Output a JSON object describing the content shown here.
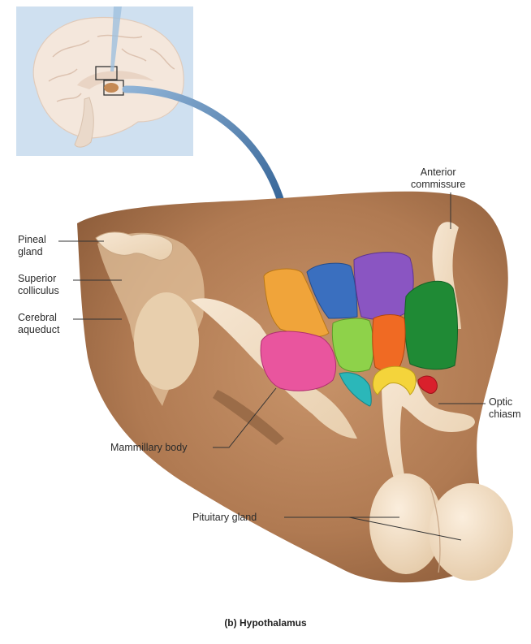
{
  "labels": {
    "pineal_gland": [
      "Pineal",
      "gland"
    ],
    "superior_colliculus": [
      "Superior",
      "colliculus"
    ],
    "cerebral_aqueduct": [
      "Cerebral",
      "aqueduct"
    ],
    "anterior_commissure": [
      "Anterior",
      "commissure"
    ],
    "optic_chiasm": [
      "Optic",
      "chiasm"
    ],
    "mammillary_body": "Mammillary body",
    "pituitary_gland": "Pituitary gland"
  },
  "caption": {
    "panel": "(b)",
    "title": "Hypothalamus"
  },
  "colors": {
    "inset_bg": "#cfe0f0",
    "tissue": "#c79a6e",
    "tissue_light": "#f0dcc4",
    "arrow": "#3f78ad",
    "nucleus_orange": "#f0a43a",
    "nucleus_blue": "#3a6fbf",
    "nucleus_purple": "#8a55c2",
    "nucleus_green_light": "#8ed24a",
    "nucleus_red_orange": "#f06a23",
    "nucleus_dark_green": "#1f8a35",
    "nucleus_pink": "#e9559e",
    "nucleus_teal": "#2bb7b9",
    "nucleus_yellow": "#f4d43b",
    "nucleus_red": "#d9202c"
  }
}
